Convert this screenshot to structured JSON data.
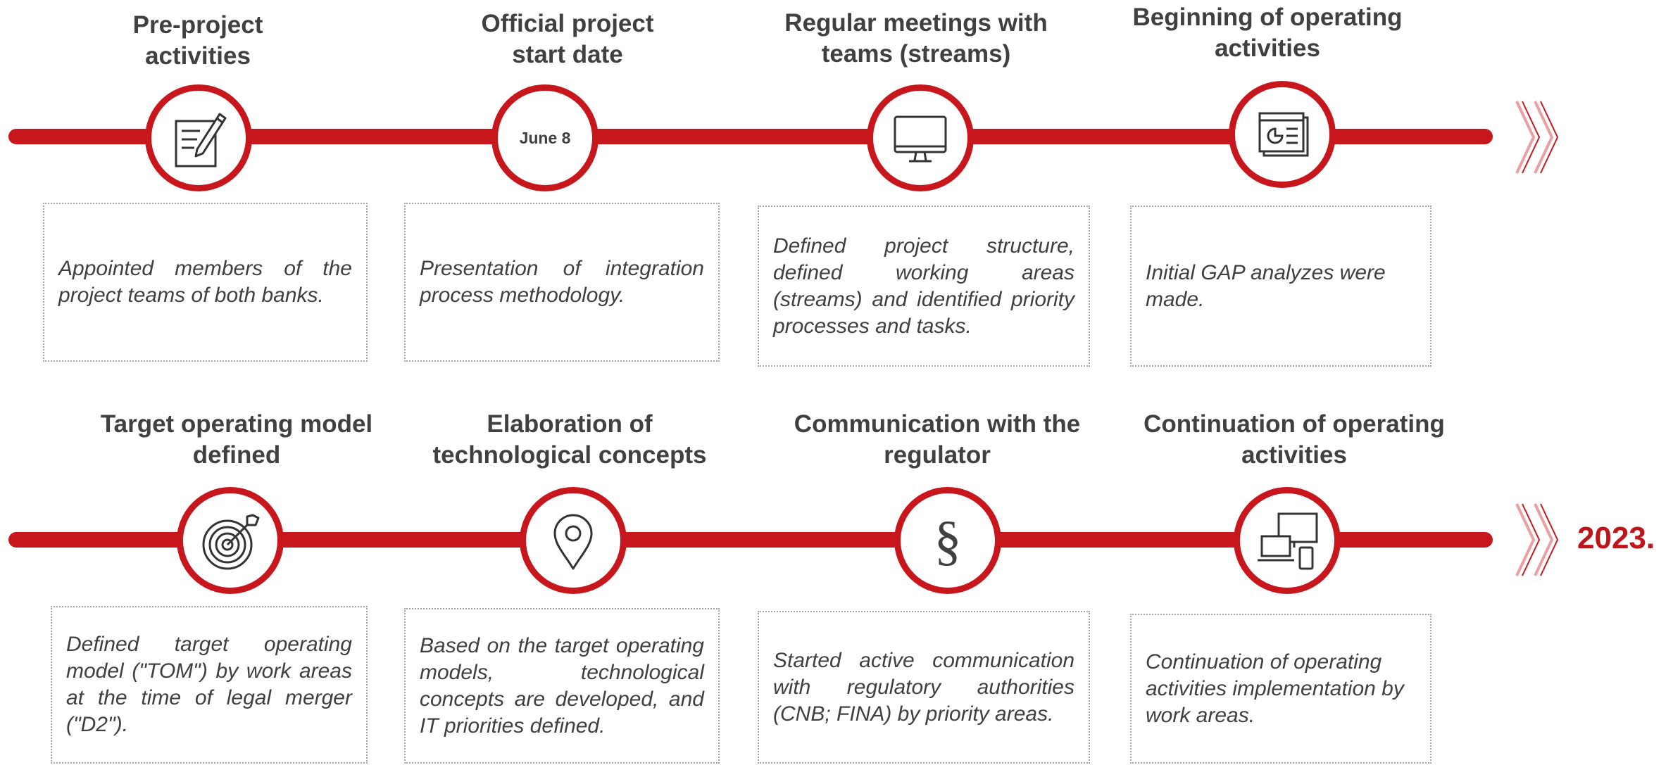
{
  "accent_color": "#c8161d",
  "rows": [
    {
      "milestones": [
        {
          "title": "Pre-project activities",
          "icon": "document-pen-icon",
          "description": "Appointed members of the project teams of both banks."
        },
        {
          "title": "Official project start date",
          "node_text": "June 8",
          "description": "Presentation of integration process methodology."
        },
        {
          "title": "Regular meetings with teams (streams)",
          "icon": "monitor-icon",
          "description": "Defined project structure, defined working areas (streams) and identified priority processes and tasks."
        },
        {
          "title": "Beginning of operating activities",
          "icon": "presentation-chart-icon",
          "description": "Initial GAP analyzes were made."
        }
      ]
    },
    {
      "milestones": [
        {
          "title": "Target operating model defined",
          "icon": "target-arrow-icon",
          "description": "Defined target operating model (\"TOM\") by work areas at the time of legal merger (\"D2\")."
        },
        {
          "title": "Elaboration of technological concepts",
          "icon": "location-pin-icon",
          "description": "Based on the target operating models, technological concepts are developed, and IT priorities defined."
        },
        {
          "title": "Communication with the regulator",
          "node_text": "§",
          "description": "Started active communication with regulatory authorities (CNB; FINA) by priority areas."
        },
        {
          "title": "Continuation of operating activities",
          "icon": "devices-icon",
          "description": "Continuation of operating activities implementation by work areas."
        }
      ],
      "end_label": "2023."
    }
  ]
}
